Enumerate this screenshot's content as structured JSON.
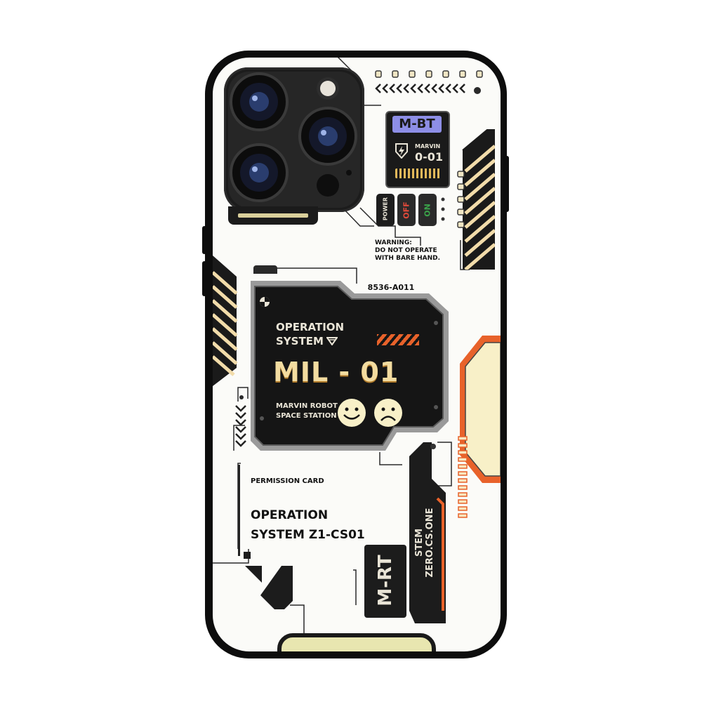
{
  "image": {
    "subject": "phone-case-product-photo"
  },
  "case": {
    "mbt_top_label": "M-BT",
    "marvin_label": "MARVIN",
    "marvin_code": "0-01",
    "power_label": "POWER",
    "off_label": "OFF",
    "on_label": "ON",
    "warning_line1": "WARNING:",
    "warning_line2": "DO NOT OPERATE",
    "warning_line3": "WITH BARE HAND.",
    "serial": "8536-A011",
    "screen_title_line1": "OPERATION",
    "screen_title_line2": "SYSTEM",
    "screen_model": "MIL - 01",
    "screen_sub_line1": "MARVIN ROBOT",
    "screen_sub_line2": "SPACE STATION",
    "permission_card": "PERMISSION CARD",
    "opsys_line1": "OPERATION",
    "opsys_line2": "SYSTEM Z1-CS01",
    "vertical_text": "STEM ZERO.CS.ONE",
    "mbt_bottom_label": "M-RT"
  },
  "colors": {
    "case_body": "#0d0d0d",
    "back_panel": "#fbfbf8",
    "accent_orange": "#e8622a",
    "cream": "#f8f0c8",
    "screen_black": "#151515",
    "screen_text_gold": "#f3dca0",
    "label_purple": "#8d8ee6",
    "off_red": "#e04a3a",
    "on_green": "#3aa34a"
  }
}
